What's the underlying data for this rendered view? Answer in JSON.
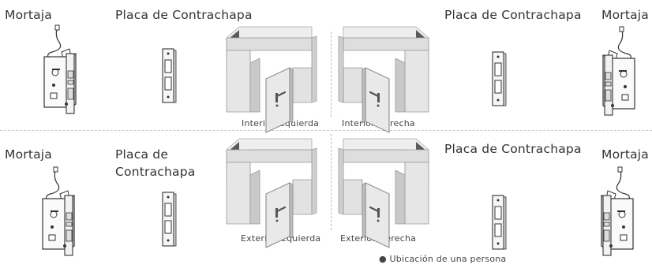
{
  "top": {
    "left_mortise_label": "Mortaja",
    "left_plate_label": "Placa de Contrachapa",
    "right_plate_label": "Placa de Contrachapa",
    "right_mortise_label": "Mortaja",
    "door_left_caption": "Interior Izquierda",
    "door_right_caption": "Interior Derecha"
  },
  "bottom": {
    "left_mortise_label": "Mortaja",
    "left_plate_label_line1": "Placa de",
    "left_plate_label_line2": "Contrachapa",
    "right_plate_label": "Placa de Contrachapa",
    "right_mortise_label": "Mortaja",
    "door_left_caption": "Exterior Izquierda",
    "door_right_caption": "Exterior Derecha"
  },
  "legend": {
    "bullet": "●",
    "text": "Ubicación de una persona"
  },
  "colors": {
    "wall_light": "#eeeeee",
    "wall_mid": "#dddddd",
    "wall_dark": "#5a5a5a",
    "door_face": "#e4e4e4",
    "line": "#333333"
  }
}
